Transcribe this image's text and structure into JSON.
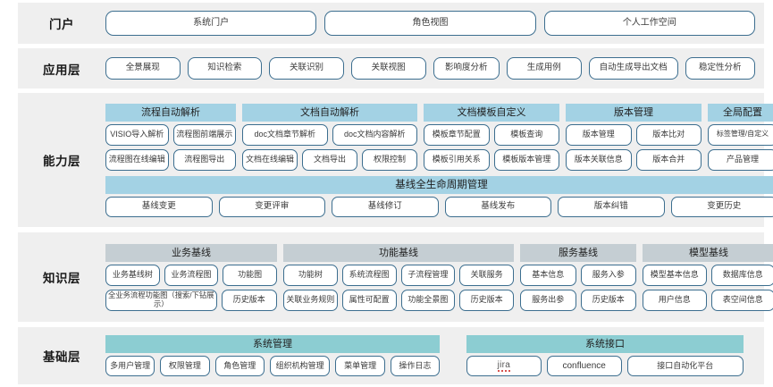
{
  "layers": {
    "portal": {
      "label": "门户",
      "items": [
        "系统门户",
        "角色视图",
        "个人工作空间"
      ]
    },
    "application": {
      "label": "应用层",
      "items": [
        "全景展现",
        "知识检索",
        "关联识别",
        "关联视图",
        "影响度分析",
        "生成用例",
        "自动生成导出文档",
        "稳定性分析"
      ]
    },
    "capability": {
      "label": "能力层",
      "groups": [
        {
          "title": "流程自动解析",
          "rows": [
            [
              "VISIO导入解析",
              "流程图前端展示"
            ],
            [
              "流程图在线编辑",
              "流程图导出"
            ]
          ]
        },
        {
          "title": "文档自动解析",
          "rows": [
            [
              "doc文档章节解析",
              "doc文档内容解析"
            ],
            [
              "文档在线编辑",
              "文档导出",
              "权限控制"
            ]
          ]
        },
        {
          "title": "文档模板自定义",
          "rows": [
            [
              "模板章节配置",
              "模板查询"
            ],
            [
              "模板引用关系",
              "模板版本管理"
            ]
          ]
        },
        {
          "title": "版本管理",
          "rows": [
            [
              "版本管理",
              "版本比对"
            ],
            [
              "版本关联信息",
              "版本合并"
            ]
          ]
        },
        {
          "title": "全局配置",
          "rows": [
            [
              "标签管理/自定义"
            ],
            [
              "产品管理"
            ]
          ]
        }
      ],
      "baseline": {
        "title": "基线全生命周期管理",
        "items": [
          "基线变更",
          "变更评审",
          "基线修订",
          "基线发布",
          "版本纠错",
          "变更历史"
        ]
      }
    },
    "knowledge": {
      "label": "知识层",
      "groups": [
        {
          "title": "业务基线",
          "rows": [
            [
              "业务基线树",
              "业务流程图",
              "功能图"
            ],
            [
              "全业务流程功能图（搜索/下钻展示）",
              "历史版本"
            ]
          ]
        },
        {
          "title": "功能基线",
          "rows": [
            [
              "功能树",
              "系统流程图",
              "子流程管理",
              "关联服务"
            ],
            [
              "关联业务规则",
              "属性可配置",
              "功能全景图",
              "历史版本"
            ]
          ]
        },
        {
          "title": "服务基线",
          "rows": [
            [
              "基本信息",
              "服务入参"
            ],
            [
              "服务出参",
              "历史版本"
            ]
          ]
        },
        {
          "title": "模型基线",
          "rows": [
            [
              "模型基本信息",
              "数据库信息"
            ],
            [
              "用户信息",
              "表空间信息"
            ]
          ]
        }
      ]
    },
    "base": {
      "label": "基础层",
      "groups": [
        {
          "title": "系统管理",
          "items": [
            "多用户管理",
            "权限管理",
            "角色管理",
            "组织机构管理",
            "菜单管理",
            "操作日志"
          ]
        },
        {
          "title": "系统接口",
          "items": [
            "jira",
            "confluence",
            "接口自动化平台"
          ]
        }
      ]
    }
  },
  "colors": {
    "band_bg": "#efefef",
    "cell_border": "#3c6e8f",
    "capability_header": "#a3d2e4",
    "knowledge_header": "#c5ced3",
    "base_header": "#8ccdd2"
  }
}
